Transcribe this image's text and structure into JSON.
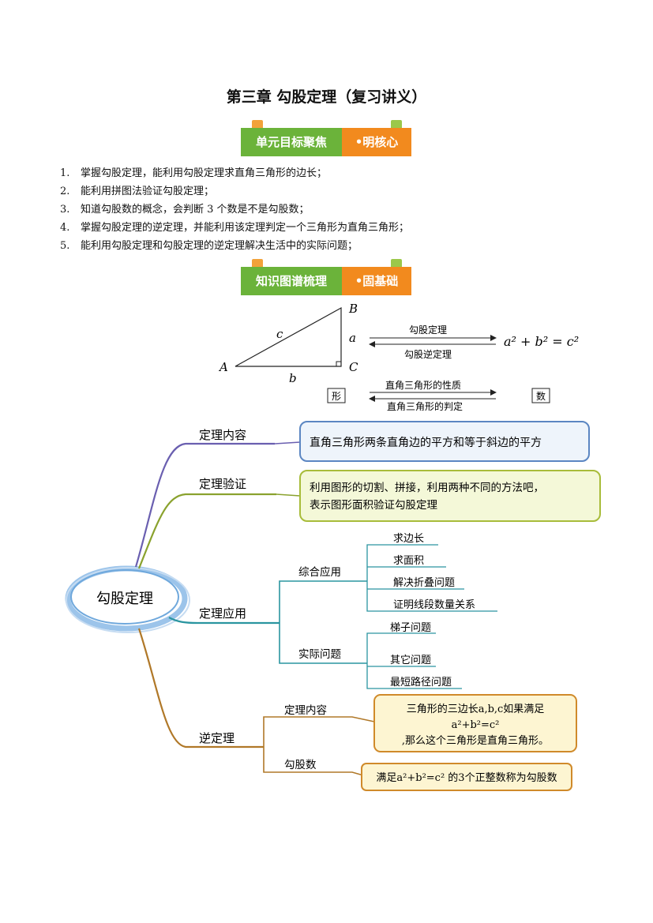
{
  "title": "第三章 勾股定理（复习讲义）",
  "banners": {
    "objectives": {
      "left": "单元目标聚焦",
      "right": "•明核心"
    },
    "knowledge": {
      "left": "知识图谱梳理",
      "right": "•固基础"
    }
  },
  "objectives": [
    {
      "num": "1.",
      "text": "掌握勾股定理，能利用勾股定理求直角三角形的边长；"
    },
    {
      "num": "2.",
      "text": "能利用拼图法验证勾股定理；"
    },
    {
      "num": "3.",
      "text": "知道勾股数的概念，会判断 3 个数是不是勾股数；"
    },
    {
      "num": "4.",
      "text": "掌握勾股定理的逆定理，并能利用该定理判定一个三角形为直角三角形；"
    },
    {
      "num": "5.",
      "text": "能利用勾股定理和勾股定理的逆定理解决生活中的实际问题；"
    }
  ],
  "triangle": {
    "vertex_a": "A",
    "vertex_b": "B",
    "vertex_c": "C",
    "side_a": "a",
    "side_b": "b",
    "side_c": "c",
    "theorem": "勾股定理",
    "converse": "勾股逆定理",
    "formula": "a² + b² = c²",
    "shape": "形",
    "number": "数",
    "property": "直角三角形的性质",
    "judgement": "直角三角形的判定"
  },
  "mindmap": {
    "center": "勾股定理",
    "content": {
      "label": "定理内容",
      "box": "直角三角形两条直角边的平方和等于斜边的平方"
    },
    "proof": {
      "label": "定理验证",
      "box_line1": "利用图形的切割、拼接，利用两种不同的方法吧，",
      "box_line2": "表示图形面积验证勾股定理"
    },
    "application": {
      "label": "定理应用",
      "comprehensive": {
        "label": "综合应用",
        "items": [
          "求边长",
          "求面积",
          "解决折叠问题",
          "证明线段数量关系"
        ]
      },
      "practical": {
        "label": "实际问题",
        "items": [
          "梯子问题",
          "其它问题",
          "最短路径问题"
        ]
      }
    },
    "converse": {
      "label": "逆定理",
      "content": {
        "label": "定理内容",
        "line1": "三角形的三边长a,b,c如果满足",
        "line2": "a²+b²=c²",
        "line3": ",那么这个三角形是直角三角形。"
      },
      "triples": {
        "label": "勾股数",
        "box": "满足a²+b²=c² 的3个正整数称为勾股数"
      }
    }
  }
}
